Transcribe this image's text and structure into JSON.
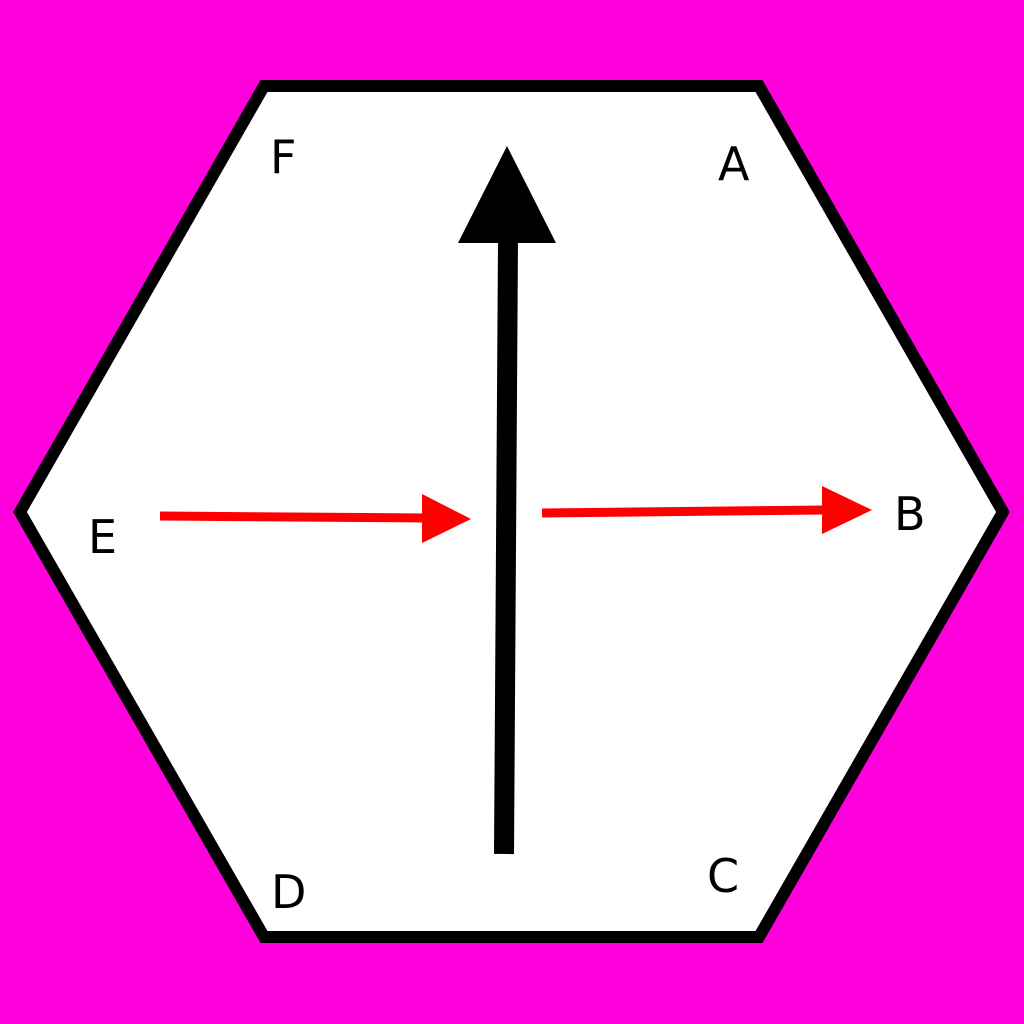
{
  "colors": {
    "background": "#FF00DD",
    "hexagon_fill": "#FFFFFF",
    "hexagon_stroke": "#000000",
    "main_arrow": "#000000",
    "side_arrows": "#FF0000",
    "label_text": "#000000"
  },
  "labels": {
    "A": "A",
    "B": "B",
    "C": "C",
    "D": "D",
    "E": "E",
    "F": "F"
  },
  "arrows": [
    {
      "name": "main-arrow",
      "direction": "up",
      "color_key": "main_arrow"
    },
    {
      "name": "left-arrow",
      "direction": "right",
      "color_key": "side_arrows"
    },
    {
      "name": "right-arrow",
      "direction": "right",
      "color_key": "side_arrows"
    }
  ]
}
